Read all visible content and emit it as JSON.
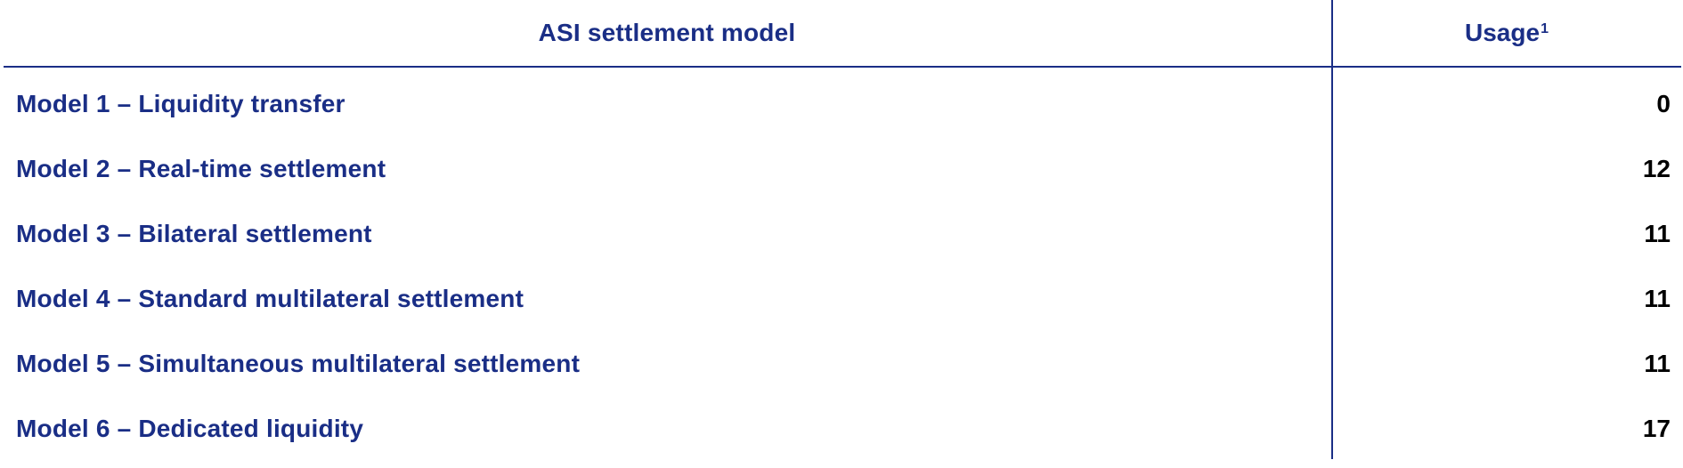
{
  "table": {
    "header": {
      "model_label": "ASI settlement model",
      "usage_label": "Usage",
      "usage_footnote": "1"
    },
    "rows": [
      {
        "label": "Model 1 – Liquidity transfer",
        "value": "0"
      },
      {
        "label": "Model 2 – Real-time settlement",
        "value": "12"
      },
      {
        "label": "Model 3 – Bilateral settlement",
        "value": "11"
      },
      {
        "label": "Model 4 – Standard multilateral settlement",
        "value": "11"
      },
      {
        "label": "Model 5 – Simultaneous multilateral settlement",
        "value": "11"
      },
      {
        "label": "Model 6 – Dedicated liquidity",
        "value": "17"
      }
    ]
  },
  "colors": {
    "accent": "#1a2e86",
    "value_text": "#000000",
    "background": "#ffffff"
  }
}
